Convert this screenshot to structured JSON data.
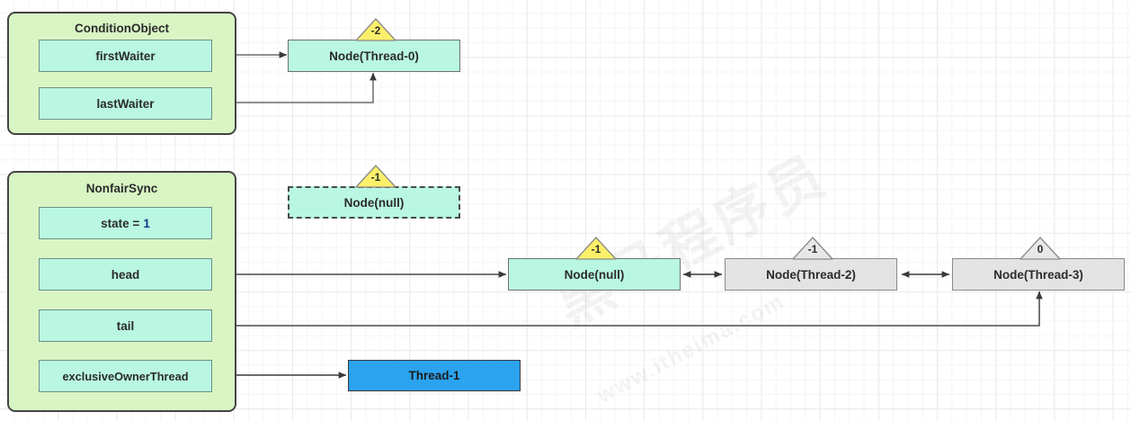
{
  "diagram": {
    "title": "AQS ReentrantLock state diagram",
    "colors": {
      "group_fill": "#d9f5c4",
      "group_border": "#444444",
      "cell_fill": "#b9f7e2",
      "node_fill": "#b9f7e2",
      "node_gray_fill": "#e3e3e3",
      "thread_blue_fill": "#2ba3ef",
      "flag_yellow": "#fcf06a",
      "flag_gray": "#e3e3e3",
      "arrow": "#3a3a3a",
      "grid_minor": "#f5f5f5",
      "grid_major": "#e9e9e9"
    },
    "watermark": {
      "primary": "黑马程序员",
      "secondary": "www.itheima.com"
    }
  },
  "groups": [
    {
      "id": "condition-object",
      "title": "ConditionObject",
      "fields": [
        {
          "id": "first-waiter",
          "label": "firstWaiter"
        },
        {
          "id": "last-waiter",
          "label": "lastWaiter"
        }
      ]
    },
    {
      "id": "nonfair-sync",
      "title": "NonfairSync",
      "fields": [
        {
          "id": "state",
          "label": "state = ",
          "value": "1"
        },
        {
          "id": "head",
          "label": "head"
        },
        {
          "id": "tail",
          "label": "tail"
        },
        {
          "id": "exclusive-owner-thread",
          "label": "exclusiveOwnerThread"
        }
      ]
    }
  ],
  "nodes": [
    {
      "id": "node-thread-0",
      "label": "Node(Thread-0)",
      "waitStatus": "-2",
      "flagColor": "yellow",
      "style": "solid",
      "fill": "mint"
    },
    {
      "id": "node-null-orphan",
      "label": "Node(null)",
      "waitStatus": "-1",
      "flagColor": "yellow",
      "style": "dashed",
      "fill": "mint"
    },
    {
      "id": "node-null-head",
      "label": "Node(null)",
      "waitStatus": "-1",
      "flagColor": "yellow",
      "style": "solid",
      "fill": "mint"
    },
    {
      "id": "node-thread-2",
      "label": "Node(Thread-2)",
      "waitStatus": "-1",
      "flagColor": "gray",
      "style": "solid",
      "fill": "gray"
    },
    {
      "id": "node-thread-3",
      "label": "Node(Thread-3)",
      "waitStatus": "0",
      "flagColor": "gray",
      "style": "solid",
      "fill": "gray"
    }
  ],
  "threads": [
    {
      "id": "thread-1",
      "label": "Thread-1"
    }
  ],
  "edges": [
    {
      "from": "first-waiter",
      "to": "node-thread-0",
      "type": "single"
    },
    {
      "from": "last-waiter",
      "to": "node-thread-0",
      "type": "single"
    },
    {
      "from": "head",
      "to": "node-null-head",
      "type": "single"
    },
    {
      "from": "node-thread-3",
      "to": "tail",
      "type": "single"
    },
    {
      "from": "exclusive-owner-thread",
      "to": "thread-1",
      "type": "single"
    },
    {
      "from": "node-null-head",
      "to": "node-thread-2",
      "type": "double"
    },
    {
      "from": "node-thread-2",
      "to": "node-thread-3",
      "type": "double"
    }
  ]
}
